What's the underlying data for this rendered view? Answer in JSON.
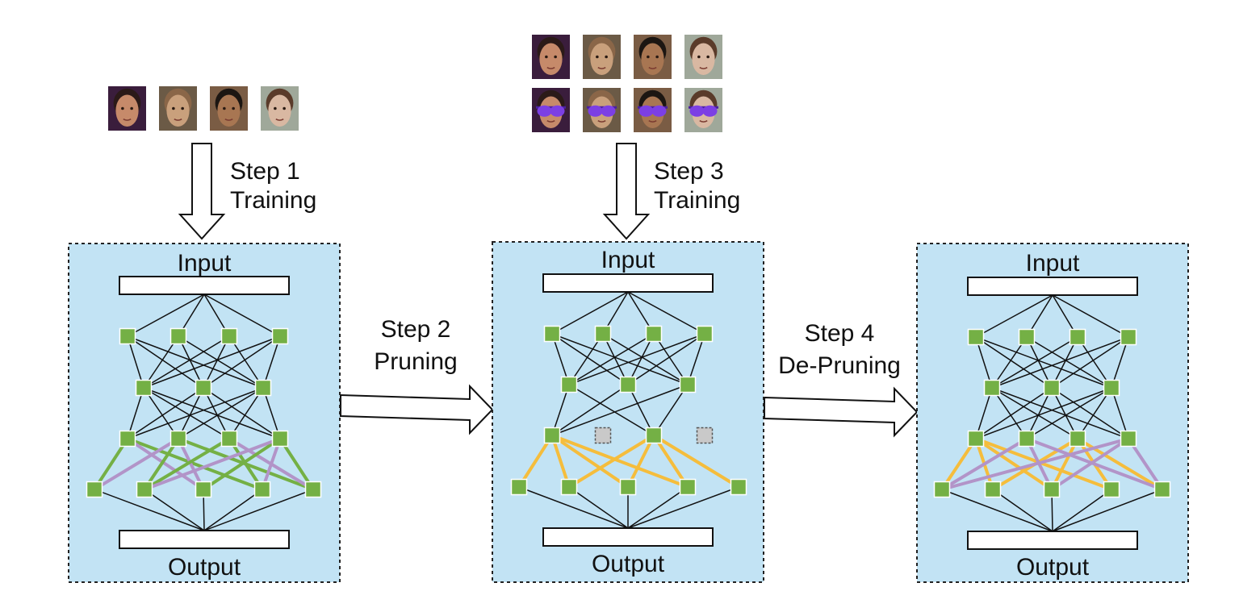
{
  "colors": {
    "panel": "#c2e3f4",
    "node": "#74b045",
    "pruned_node": "#c9c9c9",
    "edge_black": "#111111",
    "edge_green": "#74b045",
    "edge_purple": "#b294c8",
    "edge_yellow": "#f5bd3c",
    "sunglasses": "#7c3fe4"
  },
  "steps": [
    {
      "id": "step1",
      "step_label": "Step 1",
      "action_label": "Training"
    },
    {
      "id": "step2",
      "step_label": "Step 2",
      "action_label": "Pruning"
    },
    {
      "id": "step3",
      "step_label": "Step 3",
      "action_label": "Training"
    },
    {
      "id": "step4",
      "step_label": "Step 4",
      "action_label": "De-Pruning"
    }
  ],
  "panels": [
    {
      "id": "panel-original",
      "input_label": "Input",
      "output_label": "Output",
      "highlight_colors": [
        "#74b045",
        "#b294c8"
      ],
      "pruned_neurons": []
    },
    {
      "id": "panel-pruned",
      "input_label": "Input",
      "output_label": "Output",
      "highlight_colors": [
        "#f5bd3c"
      ],
      "pruned_neurons": [
        2,
        4
      ]
    },
    {
      "id": "panel-depruned",
      "input_label": "Input",
      "output_label": "Output",
      "highlight_colors": [
        "#f5bd3c",
        "#b294c8"
      ],
      "pruned_neurons": []
    }
  ],
  "face_groups": [
    {
      "id": "clean-faces",
      "faces": [
        "face-1",
        "face-2",
        "face-3",
        "face-4"
      ],
      "sunglasses": false
    },
    {
      "id": "clean-faces-2",
      "faces": [
        "face-1",
        "face-2",
        "face-3",
        "face-4"
      ],
      "sunglasses": false
    },
    {
      "id": "poisoned-faces",
      "faces": [
        "face-1",
        "face-2",
        "face-3",
        "face-4"
      ],
      "sunglasses": true
    }
  ]
}
